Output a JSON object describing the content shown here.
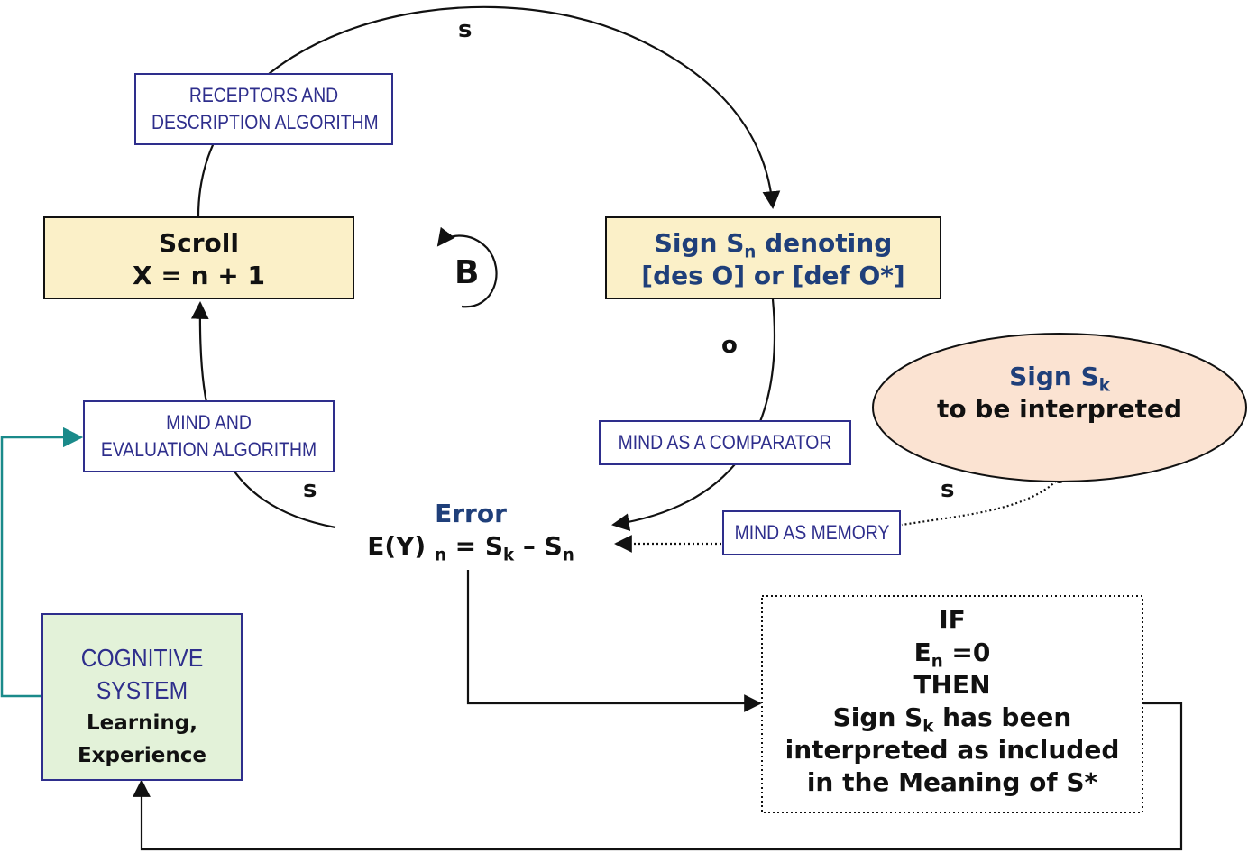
{
  "cycle_label": "B",
  "flow_letters": {
    "top": "s",
    "right_middle": "o",
    "left_lower": "s",
    "right_lower": "s"
  },
  "receptors_box": {
    "line1": "RECEPTORS AND",
    "line2": "DESCRIPTION ALGORITHM"
  },
  "scroll_box": {
    "title": "Scroll",
    "formula": "X = n + 1"
  },
  "sign_sn_box": {
    "line1_prefix": "Sign S",
    "line1_sub": "n",
    "line1_suffix": " denoting",
    "line2": "[des O] or [def O*]"
  },
  "mind_evaluation_box": {
    "line1": "MIND AND",
    "line2": "EVALUATION ALGORITHM"
  },
  "mind_comparator_box": {
    "label": "MIND AS A COMPARATOR"
  },
  "mind_memory_box": {
    "label": "MIND AS MEMORY"
  },
  "sign_sk_ellipse": {
    "prefix": "Sign S",
    "sub": "k",
    "line2": "to be interpreted"
  },
  "error_block": {
    "title": "Error",
    "eq_left": "E(Y)",
    "eq_sub_n": "n",
    "eq_mid": " = S",
    "eq_sub_k": "k",
    "eq_minus": " – S",
    "eq_sub_n2": "n"
  },
  "cognitive_box": {
    "line1": "COGNITIVE",
    "line2": "SYSTEM",
    "line3": "Learning,",
    "line4": "Experience"
  },
  "if_box": {
    "line1": "IF",
    "line2_prefix": "E",
    "line2_sub": "n",
    "line2_suffix": " =0",
    "line3": "THEN",
    "line4_prefix": "Sign S",
    "line4_sub": "k",
    "line4_suffix": " has been",
    "line5": "interpreted as included",
    "line6": "in the Meaning of S*"
  },
  "colors": {
    "navy": "#2e2e8c",
    "dark_blue": "#1f3f7a",
    "teal_arrow": "#1a8a8a",
    "yellow_fill": "#fbf0c8",
    "peach_fill": "#fbe3d2",
    "green_fill": "#e3f2d9"
  }
}
